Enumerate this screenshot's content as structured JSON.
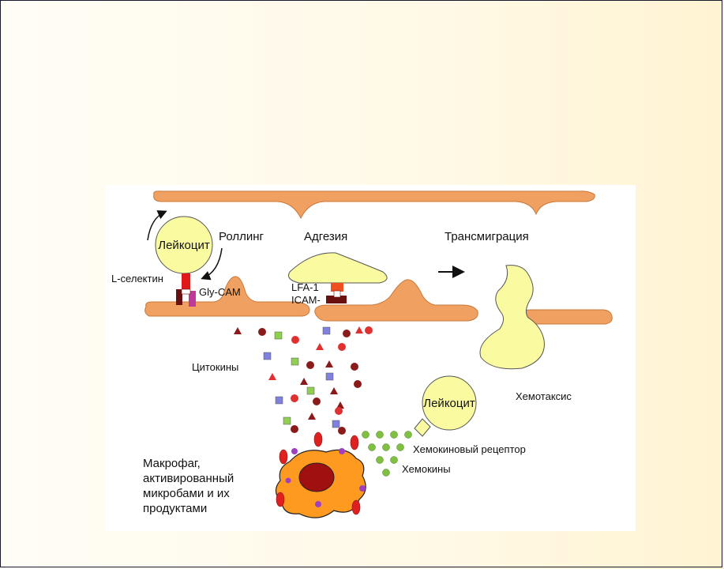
{
  "labels": {
    "leukocyte_rolling": "Лейкоцит",
    "rolling": "Роллинг",
    "adhesion": "Адгезия",
    "transmigration": "Трансмиграция",
    "l_selectin": "L-селектин",
    "gly_cam": "Gly-CAM",
    "lfa1": "LFA-1",
    "icam": "ICAM-",
    "cytokines": "Цитокины",
    "leukocyte_chemo": "Лейкоцит",
    "chemotaxis": "Хемотаксис",
    "chemokine_receptor": "Хемокиновый рецептор",
    "chemokines": "Хемокины",
    "macrophage_line1": "Макрофаг,",
    "macrophage_line2": "активированный",
    "macrophage_line3": "микробами и их",
    "macrophage_line4": "продуктами"
  },
  "colors": {
    "endothelium": "#f0a060",
    "leukocyte": "#fafaa0",
    "selectin": "#e01818",
    "glycam": "#c0389a",
    "lfa1": "#f05020",
    "icam": "#6a1010",
    "cytokine_triangle": "#8b1a1a",
    "cytokine_circle_dark": "#8b1a1a",
    "cytokine_circle_red": "#e03030",
    "cytokine_square_blue": "#8080e0",
    "cytokine_square_green": "#90d050",
    "chemokine": "#80c040",
    "macrophage": "#ff9a20",
    "macrophage_nucleus": "#a01010",
    "macrophage_granule": "#a040c0",
    "macrophage_receptor": "#e02020"
  }
}
